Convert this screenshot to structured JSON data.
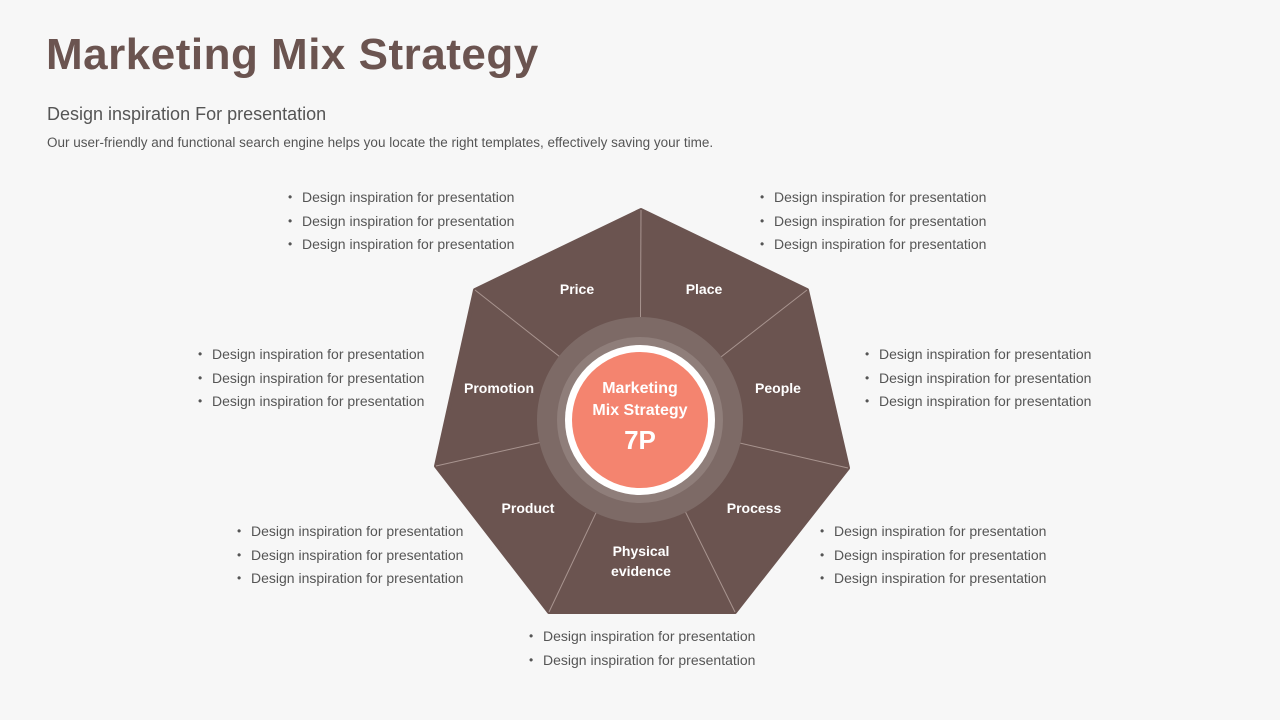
{
  "header": {
    "title": "Marketing Mix Strategy",
    "subtitle": "Design inspiration For presentation",
    "description": "Our user-friendly and functional search engine helps you locate the right templates, effectively saving your time."
  },
  "center": {
    "line1": "Marketing",
    "line2": "Mix Strategy",
    "line3": "7P"
  },
  "segments": [
    {
      "label": "Price"
    },
    {
      "label": "Place"
    },
    {
      "label": "People"
    },
    {
      "label": "Process"
    },
    {
      "label": "Physical",
      "label2": "evidence"
    },
    {
      "label": "Product"
    },
    {
      "label": "Promotion"
    }
  ],
  "bullets": {
    "price": [
      "Design inspiration for presentation",
      "Design inspiration for presentation",
      "Design inspiration for presentation"
    ],
    "place": [
      "Design inspiration for presentation",
      "Design inspiration for presentation",
      "Design inspiration for presentation"
    ],
    "promotion": [
      "Design inspiration for presentation",
      "Design inspiration for presentation",
      "Design inspiration for presentation"
    ],
    "people": [
      "Design inspiration for presentation",
      "Design inspiration for presentation",
      "Design inspiration for presentation"
    ],
    "product": [
      "Design inspiration for presentation",
      "Design inspiration for presentation",
      "Design inspiration for presentation"
    ],
    "process": [
      "Design inspiration for presentation",
      "Design inspiration for presentation",
      "Design inspiration for presentation"
    ],
    "physical": [
      "Design inspiration for presentation",
      "Design inspiration for presentation"
    ]
  },
  "colors": {
    "brown": "#6b5450",
    "coral": "#f4846f",
    "background": "#f7f7f7"
  }
}
